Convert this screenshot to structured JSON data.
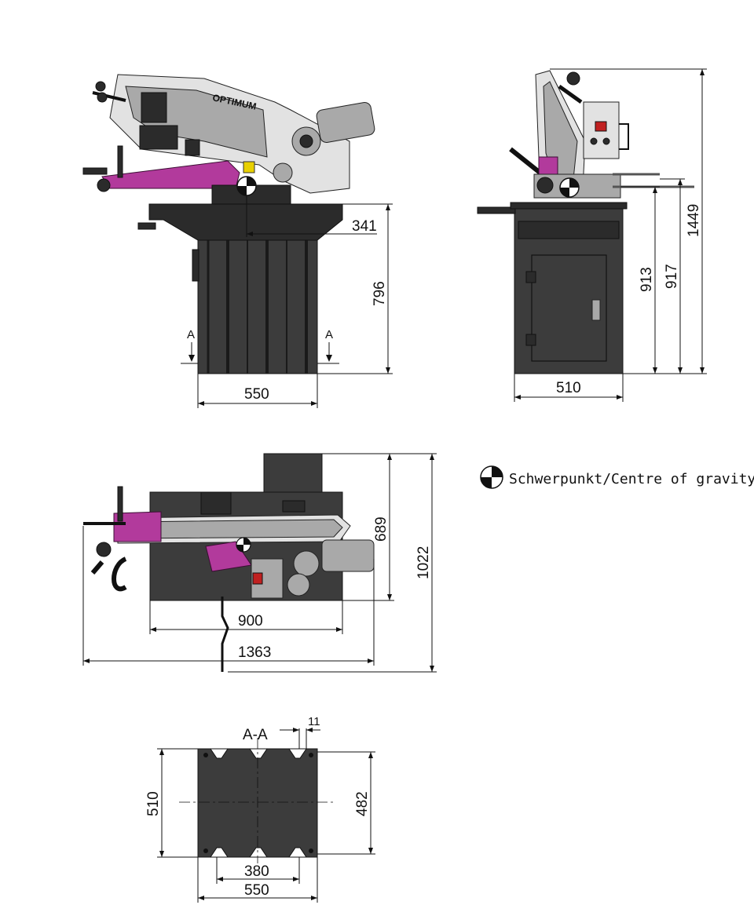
{
  "dimensions": {
    "front_view": {
      "offset_cg": "341",
      "height_table": "796",
      "width_base": "550",
      "section_mark_left": "A",
      "section_mark_right": "A"
    },
    "side_view": {
      "width_base": "510",
      "height_913": "913",
      "height_917": "917",
      "height_total": "1449"
    },
    "top_view": {
      "depth_689": "689",
      "depth_total": "1022",
      "width_900": "900",
      "width_total": "1363"
    },
    "section_view": {
      "title": "A-A",
      "hole_offset": "11",
      "width_510": "510",
      "depth_482": "482",
      "inner_380": "380",
      "outer_550": "550"
    }
  },
  "brand": "OPTIMUM",
  "legend": {
    "label": "Schwerpunkt/Centre of gravity",
    "icon": "centre-of-gravity-icon"
  },
  "colors": {
    "machine_body": "#3c3c3c",
    "accent_magenta": "#b23a9c",
    "yellow_marker": "#e8d000"
  }
}
